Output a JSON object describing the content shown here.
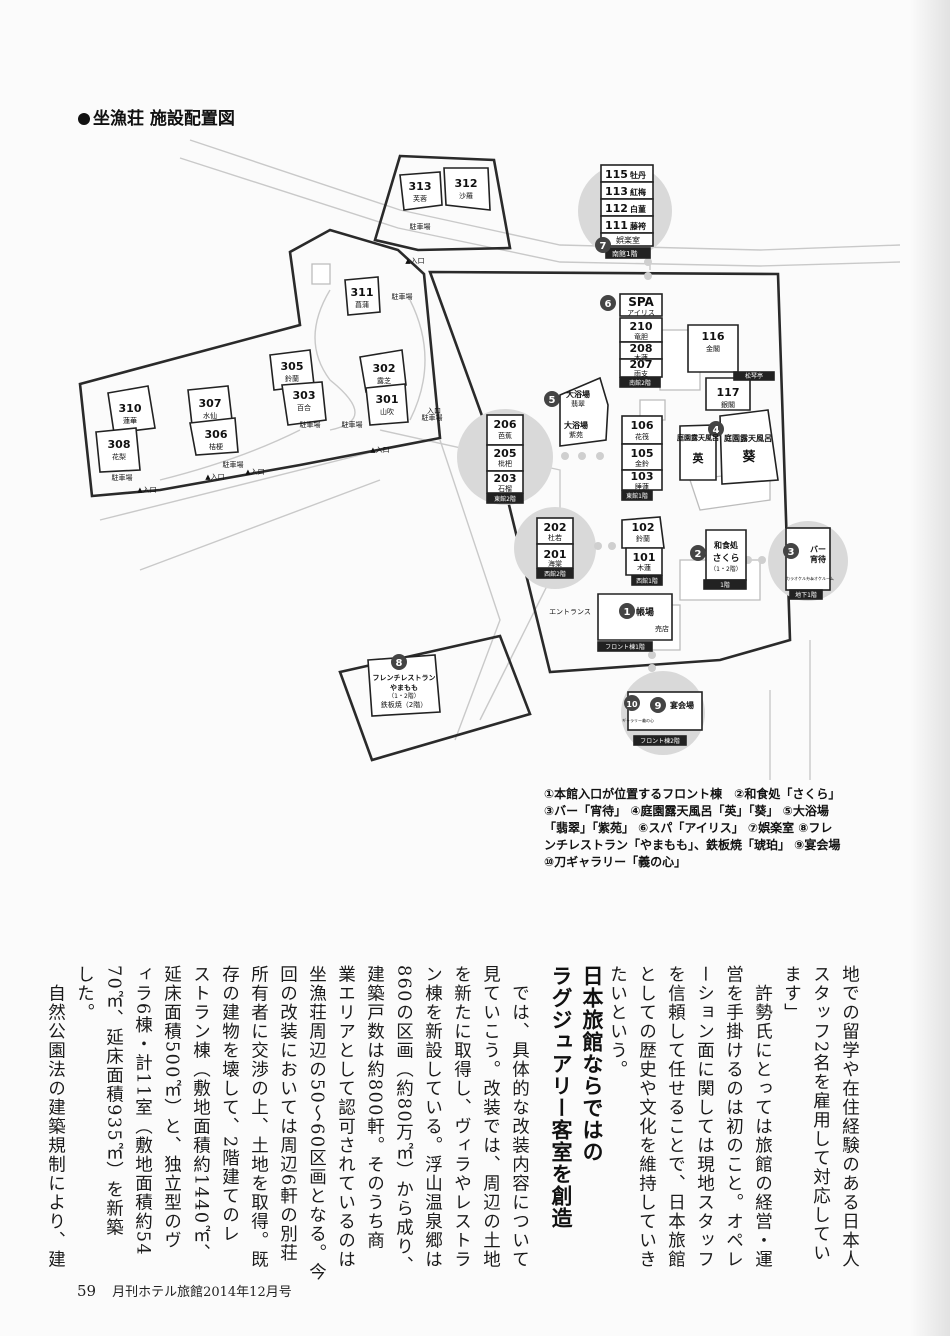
{
  "title": "坐漁荘 施設配置図",
  "map": {
    "villas": [
      {
        "no": "313",
        "name": "芙蓉"
      },
      {
        "no": "312",
        "name": "沙羅"
      },
      {
        "no": "311",
        "name": "菖蒲"
      },
      {
        "no": "310",
        "name": "蓮華"
      },
      {
        "no": "308",
        "name": "花梨"
      },
      {
        "no": "307",
        "name": "水仙"
      },
      {
        "no": "306",
        "name": "桔梗"
      },
      {
        "no": "305",
        "name": "鈴蘭"
      },
      {
        "no": "303",
        "name": "百合"
      },
      {
        "no": "302",
        "name": "露芝"
      },
      {
        "no": "301",
        "name": "山吹"
      }
    ],
    "labels": {
      "parking": "駐車場",
      "entrance": "▲入口",
      "entrance_short": "入口",
      "entrance_main": "エントランス"
    },
    "bubble_7": {
      "num": "7",
      "rooms": [
        {
          "no": "115",
          "name": "牡丹"
        },
        {
          "no": "113",
          "name": "紅梅"
        },
        {
          "no": "112",
          "name": "白菫"
        },
        {
          "no": "111",
          "name": "藤袴"
        }
      ],
      "room_extra": "娯楽室",
      "floor": "南館1階"
    },
    "south_2f": {
      "num": "6",
      "spa": "SPA",
      "spa_sub": "アイリス",
      "rooms": [
        {
          "no": "210",
          "name": "竜胆"
        },
        {
          "no": "208",
          "name": "木蓮"
        },
        {
          "no": "207",
          "name": "雨支"
        }
      ],
      "floor": "南館2階"
    },
    "east_rooms": [
      {
        "no": "116",
        "name": "金閣"
      },
      {
        "no": "117",
        "name": "銀閣"
      }
    ],
    "pine_corridor": "松琴亭",
    "bath_5": {
      "num": "5",
      "a": "大浴場",
      "a_sub": "翡翠",
      "b": "大浴場",
      "b_sub": "紫苑"
    },
    "bath_4": {
      "num": "4",
      "a": "庭園露天風呂",
      "a_name": "英",
      "b": "庭園露天風呂",
      "b_name": "葵"
    },
    "east_1f": {
      "rooms": [
        {
          "no": "106",
          "name": "花筏"
        },
        {
          "no": "105",
          "name": "金鈴"
        },
        {
          "no": "103",
          "name": "睡蓮"
        }
      ],
      "floor": "東館1階"
    },
    "east_2f": {
      "rooms": [
        {
          "no": "206",
          "name": "芭蕉"
        },
        {
          "no": "205",
          "name": "枇杷"
        },
        {
          "no": "203",
          "name": "石榴"
        }
      ],
      "floor": "東館2階"
    },
    "west_1f": {
      "rooms": [
        {
          "no": "102",
          "name": "鈴蘭"
        },
        {
          "no": "101",
          "name": "木蓮"
        }
      ],
      "floor": "西館1階"
    },
    "west_2f": {
      "rooms": [
        {
          "no": "202",
          "name": "杜若"
        },
        {
          "no": "201",
          "name": "海棠"
        }
      ],
      "floor": "西館2階"
    },
    "sakura": {
      "num": "2",
      "a": "和食処",
      "b": "さくら",
      "c": "（1・2階）",
      "floor": "1階"
    },
    "bar": {
      "num": "3",
      "a": "バー",
      "b": "宵待",
      "karaoke1": "カラオケルーム",
      "karaoke2": "カラオケルーム",
      "floor": "地下1階"
    },
    "front": {
      "num": "1",
      "lobby": "帳場",
      "shop": "売店",
      "floor": "フロント棟1階"
    },
    "front2": {
      "num9": "9",
      "num10": "10",
      "banquet": "宴会場",
      "gallery": "ギャラリー義の心",
      "floor": "フロント棟2階"
    },
    "french": {
      "num": "8",
      "a": "フレンチレストラン",
      "b": "やまもも",
      "c": "（1・2階）",
      "d": "鉄板焼（2階）"
    }
  },
  "legend": [
    "①本館入口が位置するフロント棟　②和食処「さくら」",
    "③バー「宵待」 ④庭園露天風呂「英」「葵」 ⑤大浴場",
    "「翡翠」「紫苑」 ⑥スパ「アイリス」 ⑦娯楽室 ⑧フレ",
    "ンチレストラン「やまもも」、鉄板焼「琥珀」 ⑨宴会場",
    "⑩刀ギャラリー「義の心」"
  ],
  "article": {
    "col1": "地での留学や在住経験のある日本人",
    "col2": "スタッフ2名を雇用して対応してい",
    "col3": "ます」",
    "col4": "　許勢氏にとっては旅館の経営・運",
    "col5": "営を手掛けるのは初のこと。オペレ",
    "col6": "ーション面に関しては現地スタッフ",
    "col7": "を信頼して任せることで、日本旅館",
    "col8": "としての歴史や文化を維持していき",
    "col9": "たいという。",
    "heading1": "日本旅館ならではの",
    "heading2": "ラグジュアリー客室を創造",
    "col10": "　では、具体的な改装内容について",
    "col11": "見ていこう。改装では、周辺の土地",
    "col12": "を新たに取得し、ヴィラやレストラ",
    "col13": "ン棟を新設している。浮山温泉郷は",
    "col14": "860の区画（約80万㎡）から成り、",
    "col15": "建築戸数は約800軒。そのうち商",
    "col16": "業エリアとして認可されているのは",
    "col17": "坐漁荘周辺の50～60区画となる。今",
    "col18": "回の改装においては周辺6軒の別荘",
    "col19": "所有者に交渉の上、土地を取得。既",
    "col20": "存の建物を壊して、2階建てのレ",
    "col21": "ストラン棟（敷地面積約1440㎡、",
    "col22": "延床面積500㎡）と、独立型のヴ",
    "col23": "ィラ6棟・計11室（敷地面積約54",
    "col24": "70㎡、延床面積935㎡）を新築",
    "col25": "した。",
    "col26": "　自然公園法の建築規制により、建"
  },
  "footer": {
    "page": "59",
    "magazine": "月刊ホテル旅館2014年12月号"
  }
}
